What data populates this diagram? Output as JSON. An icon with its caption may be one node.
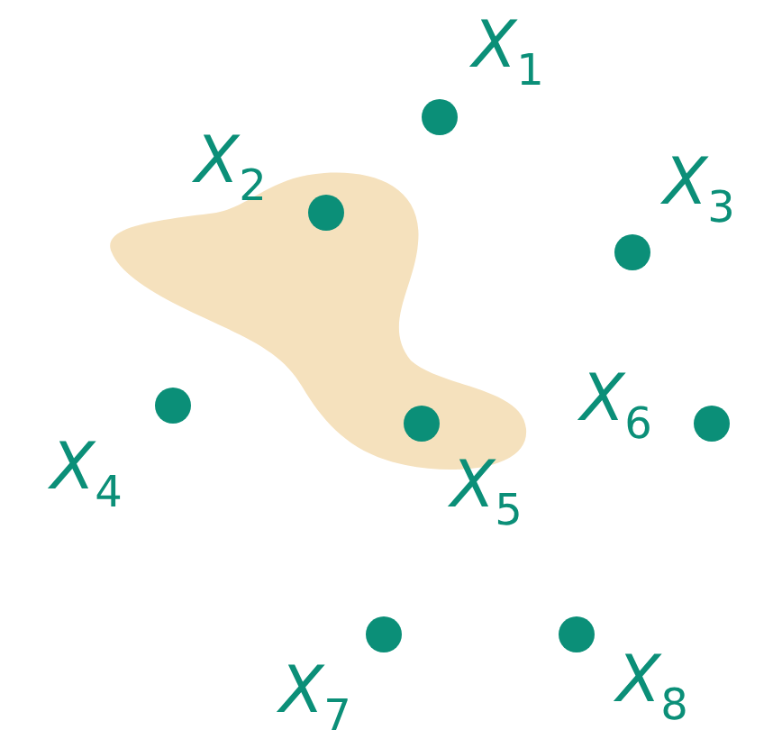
{
  "diagram": {
    "nodes": [
      {
        "text": [],
        "shape": "blob"
      },
      {
        "text": [],
        "shape": "circle",
        "beside": [
          "X$_{1}$"
        ]
      },
      {
        "text": [],
        "shape": "circle",
        "beside": [
          "X$_{2}$"
        ],
        "in": 0
      },
      {
        "text": [],
        "shape": "circle",
        "beside": [
          "X$_{3}$"
        ]
      },
      {
        "text": [],
        "shape": "circle",
        "beside": [
          "X$_{4}$"
        ]
      },
      {
        "text": [],
        "shape": "circle",
        "beside": [
          "X$_{5}$"
        ],
        "in": 0
      },
      {
        "text": [],
        "shape": "circle",
        "beside": [
          "X$_{6}$"
        ]
      },
      {
        "text": [],
        "shape": "circle",
        "beside": [
          "X$_{7}$"
        ]
      },
      {
        "text": [],
        "shape": "circle",
        "beside": [
          "X$_{8}$"
        ]
      }
    ]
  }
}
